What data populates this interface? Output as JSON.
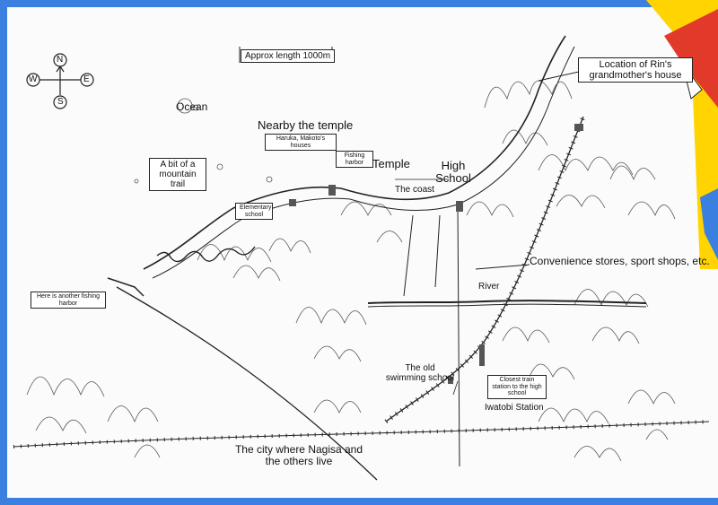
{
  "compass": {
    "north": "N",
    "south": "S",
    "east": "E",
    "west": "W"
  },
  "scale_label": "Approx length 1000m",
  "labels": {
    "ocean": "Ocean",
    "nearby_temple": "Nearby the temple",
    "haruka_makoto": "Haruka, Makoto's houses",
    "fishing_harbor": "Fishing harbor",
    "temple": "Temple",
    "high_school": "High School",
    "the_coast": "The coast",
    "mountain_trail": "A bit of a mountain trail",
    "elementary_school": "Elementary school",
    "rin_grandmother": "Location of Rin's grandmother's house",
    "convenience_stores": "Convenience stores, sport shops, etc.",
    "river": "River",
    "another_harbor": "Here is another fishing harbor",
    "old_swimming_school": "The old swimming school",
    "closest_station": "Closest train station to the high school",
    "iwatobi_station": "Iwatobi Station",
    "city_nagisa": "The city where Nagisa and the others live"
  },
  "colors": {
    "frame": "#3b7fe0",
    "ink": "#222222",
    "corner_yellow": "#ffd400",
    "corner_red": "#e23a2a"
  }
}
